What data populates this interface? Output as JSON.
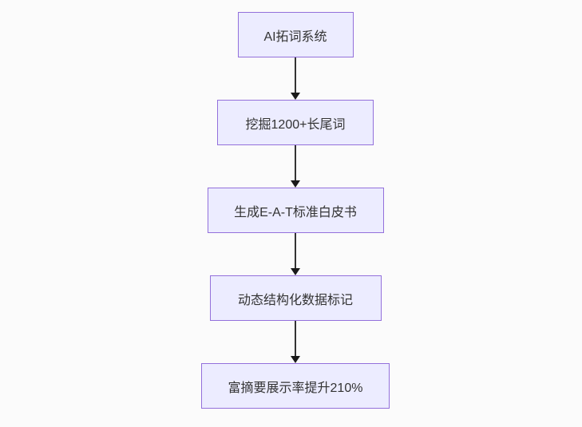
{
  "page": {
    "background_color": "#fbfbfb"
  },
  "flowchart": {
    "type": "flowchart",
    "direction": "top-down",
    "node_fill_color": "#ECECFF",
    "node_border_color": "#9370DB",
    "node_text_color": "#333333",
    "arrow_color": "#333333",
    "nodes": [
      {
        "id": "n1",
        "label": "AI拓词系统"
      },
      {
        "id": "n2",
        "label": "挖掘1200+长尾词"
      },
      {
        "id": "n3",
        "label": "生成E-A-T标准白皮书"
      },
      {
        "id": "n4",
        "label": "动态结构化数据标记"
      },
      {
        "id": "n5",
        "label": "富摘要展示率提升210%"
      }
    ],
    "edges": [
      {
        "from": "n1",
        "to": "n2"
      },
      {
        "from": "n2",
        "to": "n3"
      },
      {
        "from": "n3",
        "to": "n4"
      },
      {
        "from": "n4",
        "to": "n5"
      }
    ]
  }
}
